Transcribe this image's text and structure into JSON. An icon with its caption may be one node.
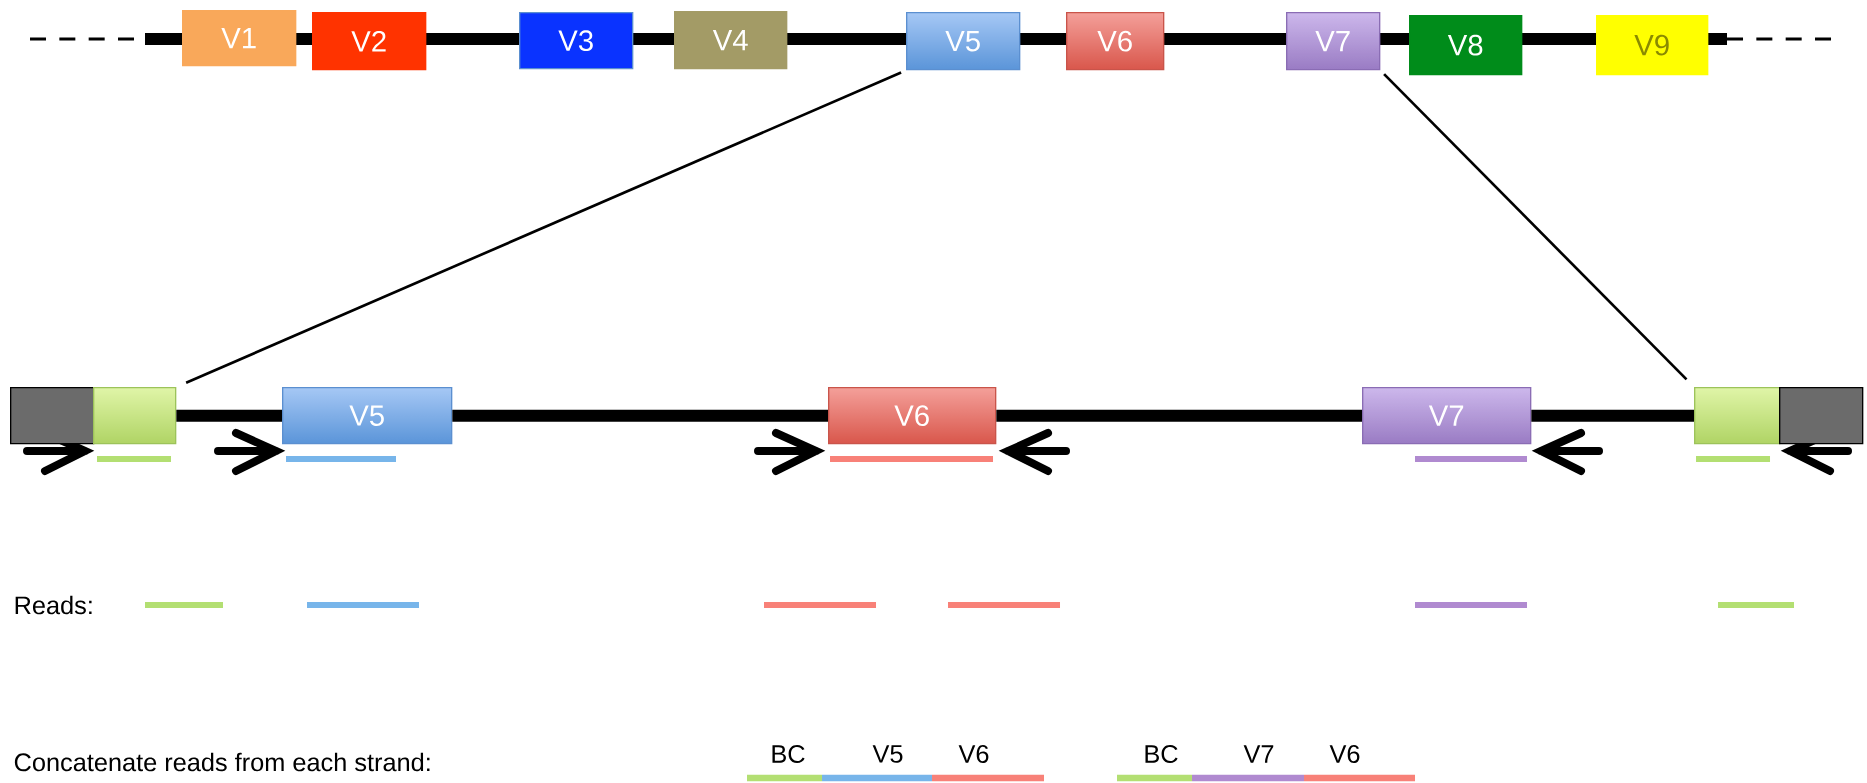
{
  "diagram": {
    "nodes": [
      {
        "text": [
          "V1"
        ]
      },
      {
        "text": [
          "V2"
        ]
      },
      {
        "text": [
          "V3"
        ]
      },
      {
        "text": [
          "V4"
        ]
      },
      {
        "text": [
          "V5"
        ]
      },
      {
        "text": [
          "V6"
        ]
      },
      {
        "text": [
          "V7"
        ]
      },
      {
        "text": [
          "V8"
        ]
      },
      {
        "text": [
          "V9"
        ]
      },
      {
        "text": [],
        "shape": "box"
      },
      {
        "text": [],
        "shape": "box"
      },
      {
        "text": [
          "V5"
        ]
      },
      {
        "text": [
          "V6"
        ]
      },
      {
        "text": [
          "V7"
        ]
      },
      {
        "text": [],
        "shape": "box"
      },
      {
        "text": [],
        "shape": "box"
      }
    ],
    "edges": [
      {
        "from": 4,
        "to": 10,
        "arrow": "none"
      },
      {
        "from": 6,
        "to": 14,
        "arrow": "none"
      },
      {
        "from": 10,
        "to": 11,
        "arrow": "none"
      },
      {
        "from": 11,
        "to": 12,
        "arrow": "none"
      },
      {
        "from": 12,
        "to": 13,
        "arrow": "none"
      },
      {
        "from": 13,
        "to": 14,
        "arrow": "none"
      }
    ],
    "labels": [
      "Reads:",
      "Concatenate reads from each strand:",
      "BC",
      "V5",
      "V6",
      "BC",
      "V7",
      "V6"
    ]
  }
}
